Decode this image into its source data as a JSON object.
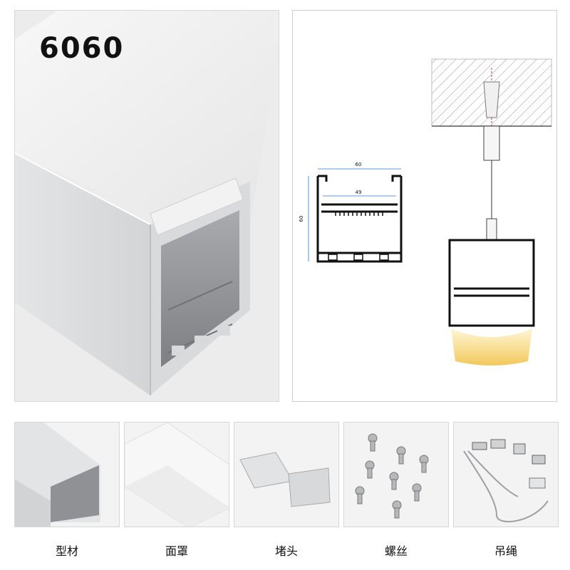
{
  "product": {
    "model": "6060"
  },
  "drawing": {
    "width_label": "60",
    "inner_width_label": "49",
    "height_label": "60"
  },
  "accessories": [
    {
      "label": "型材"
    },
    {
      "label": "面罩"
    },
    {
      "label": "堵头"
    },
    {
      "label": "螺丝"
    },
    {
      "label": "吊绳"
    }
  ],
  "colors": {
    "aluminum": "#c9cbcd",
    "dark_aluminum": "#8b8d90",
    "diffuser": "#f4f4f4",
    "profile_black": "#111111",
    "light_glow": "#f5d37a",
    "dimension_blue": "#2b78c8"
  }
}
